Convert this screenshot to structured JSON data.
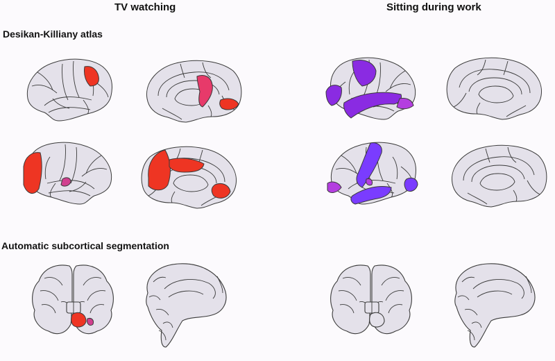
{
  "columns": {
    "left_title": "TV watching",
    "right_title": "Sitting during work"
  },
  "sections": {
    "atlas_title": "Desikan-Killiany atlas",
    "subcortical_title": "Automatic subcortical segmentation"
  },
  "colors": {
    "background": "#fcfafd",
    "tissue": "#e4e1ea",
    "outline": "#3a3a3a",
    "tv_red": "#ee3523",
    "tv_pink": "#e73a6a",
    "tv_magenta": "#d1408f",
    "work_violet": "#8a2be2",
    "work_blue_violet": "#7a3cff",
    "work_magenta": "#b43ee0"
  }
}
